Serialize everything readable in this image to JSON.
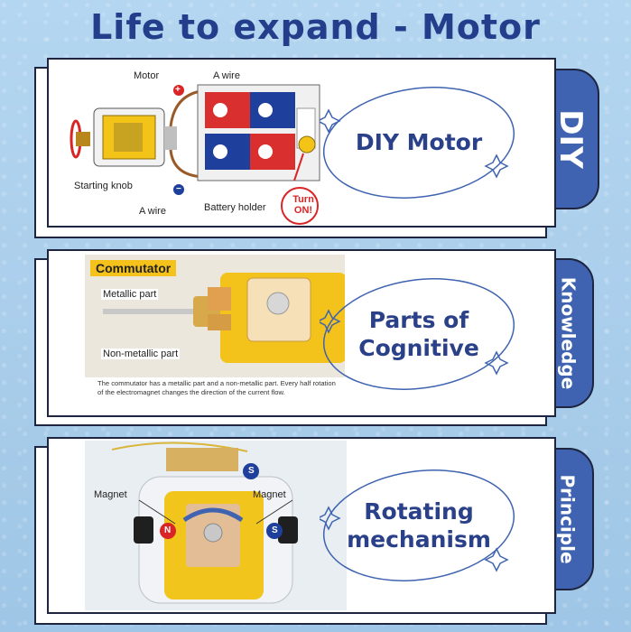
{
  "page": {
    "title": "Life to expand - Motor"
  },
  "colors": {
    "accent": "#3f63b0",
    "title": "#233f8c",
    "label": "#2a4088",
    "tag": "#f4c21b"
  },
  "panels": [
    {
      "tab": "DIY",
      "label_lines": [
        "DIY Motor"
      ],
      "diagram": {
        "motor": "Motor",
        "wire_top": "A wire",
        "starting_knob": "Starting knob",
        "wire_bottom": "A wire",
        "battery_holder": "Battery holder",
        "turn_on": "Turn ON!",
        "plus": "+",
        "minus": "−"
      }
    },
    {
      "tab": "Knowledge",
      "label_lines": [
        "Parts of",
        "Cognitive"
      ],
      "diagram": {
        "tag": "Commutator",
        "metallic": "Metallic part",
        "non_metallic": "Non-metallic part",
        "caption": "The commutator has a metallic part and a non-metallic part. Every half rotation of the electromagnet changes the direction of the current flow."
      }
    },
    {
      "tab": "Principle",
      "label_lines": [
        "Rotating",
        "mechanism"
      ],
      "diagram": {
        "magnet_left": "Magnet",
        "magnet_right": "Magnet",
        "pole_s": "S",
        "pole_n": "N"
      }
    }
  ]
}
